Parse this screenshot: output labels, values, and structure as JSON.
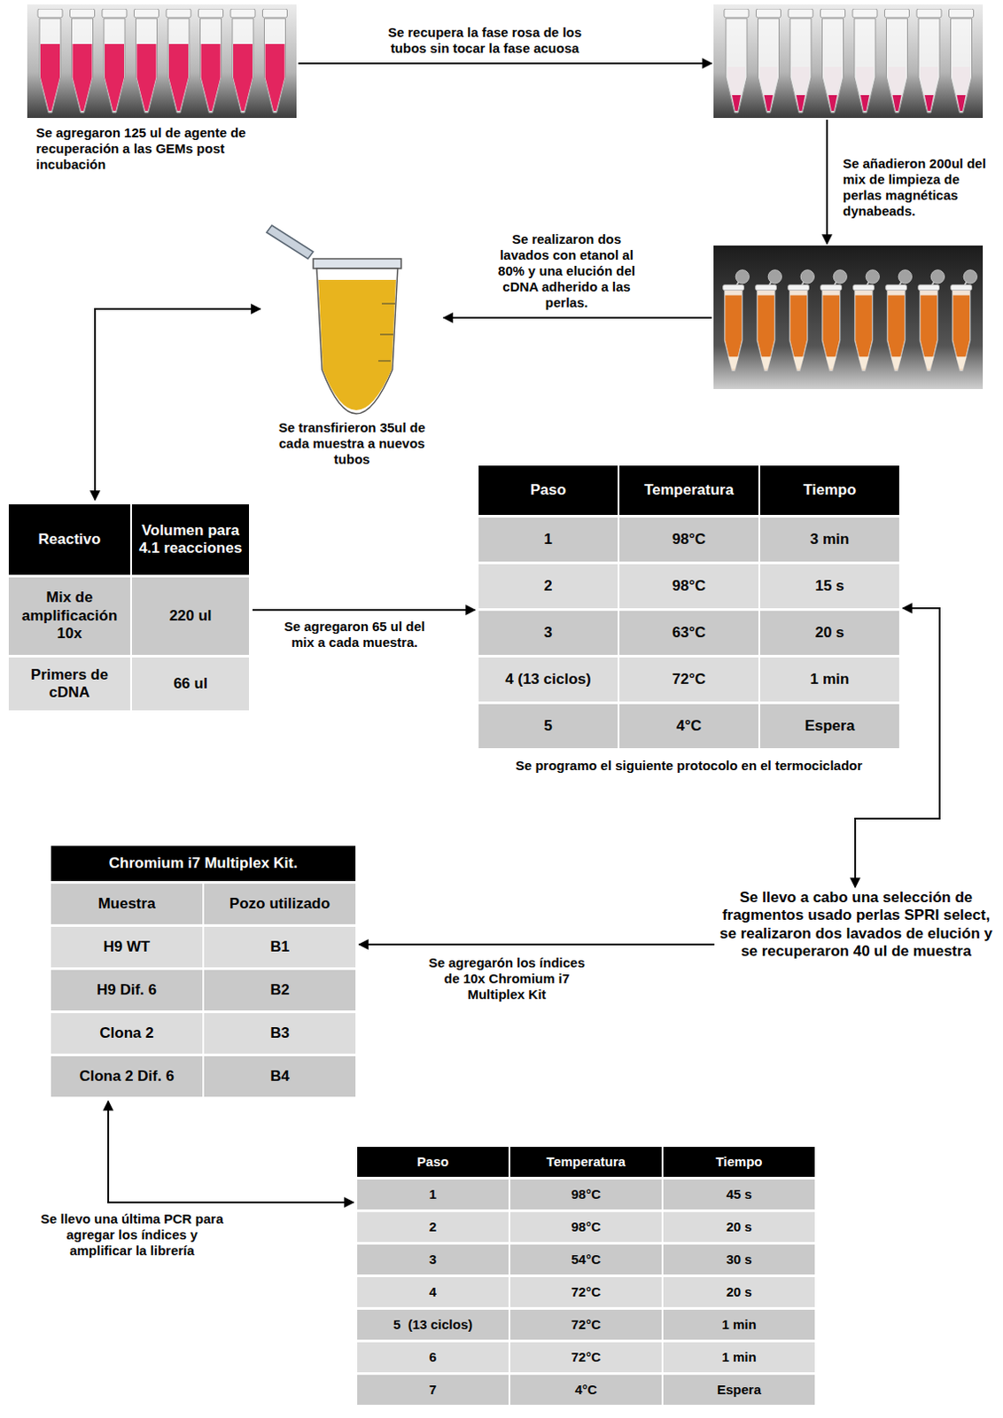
{
  "diagram": {
    "nodes": [
      {
        "text": [
          "Se agregaron 125 ul de agente de recuperación a las GEMs post incubación"
        ]
      },
      {
        "text": []
      },
      {
        "text": []
      },
      {
        "text": [
          "Se transfirieron 35ul de cada muestra a nuevos tubos"
        ]
      },
      {
        "text": [
          "Reactivo",
          "Volumen para 4.1 reacciones",
          "Mix de amplificación 10x",
          "220 ul",
          "Primers de cDNA",
          "66 ul"
        ]
      },
      {
        "text": [
          "Paso",
          "Temperatura",
          "Tiempo",
          "1",
          "98°C",
          "3 min",
          "2",
          "98°C",
          "15 s",
          "3",
          "63°C",
          "20 s",
          "4 (13 ciclos)",
          "72°C",
          "1 min",
          "5",
          "4°C",
          "Espera"
        ]
      },
      {
        "text": [
          "Se llevo a cabo una selección de fragmentos usado perlas SPRI select, se realizaron dos lavados de elución y se recuperaron 40 ul de muestra"
        ]
      },
      {
        "text": [
          "Chromium i7 Multiplex Kit.",
          "Muestra",
          "Pozo utilizado",
          "H9 WT",
          "B1",
          "H9 Dif. 6",
          "B2",
          "Clona 2",
          "B3",
          "Clona 2 Dif. 6",
          "B4"
        ]
      },
      {
        "text": [
          "Paso",
          "Temperatura",
          "Tiempo",
          "1",
          "98°C",
          "45 s",
          "2",
          "98°C",
          "20 s",
          "3",
          "54°C",
          "30 s",
          "4",
          "72°C",
          "20 s",
          "5  (13 ciclos)",
          "72°C",
          "1 min",
          "6",
          "72°C",
          "1 min",
          "7",
          "4°C",
          "Espera"
        ]
      }
    ],
    "edges": [
      {
        "from": 0,
        "to": 1,
        "arrow": "to",
        "label": "Se recupera la fase rosa de los tubos sin tocar la fase acuosa"
      },
      {
        "from": 1,
        "to": 2,
        "arrow": "to",
        "label": "Se añadieron 200ul del mix de limpieza de perlas magnéticas dynabeads."
      },
      {
        "from": 2,
        "to": 3,
        "arrow": "to",
        "label": "Se realizaron dos lavados con etanol al 80% y una elución del cDNA adherido a las perlas."
      },
      {
        "from": 3,
        "to": 4,
        "arrow": "both"
      },
      {
        "from": 4,
        "to": 5,
        "arrow": "to",
        "label": "Se agregaron 65 ul del mix a cada muestra."
      },
      {
        "from": 5,
        "to": 6,
        "arrow": "both"
      },
      {
        "from": 6,
        "to": 7,
        "arrow": "to",
        "label": "Se agregarón los índices de 10x Chromium i7 Multiplex Kit"
      },
      {
        "from": 7,
        "to": 8,
        "arrow": "both",
        "label": "Se llevo una última PCR para agregar los índices y amplificar la librería"
      }
    ],
    "labels": [
      "Se programo el siguiente protocolo en el termociclador"
    ]
  }
}
